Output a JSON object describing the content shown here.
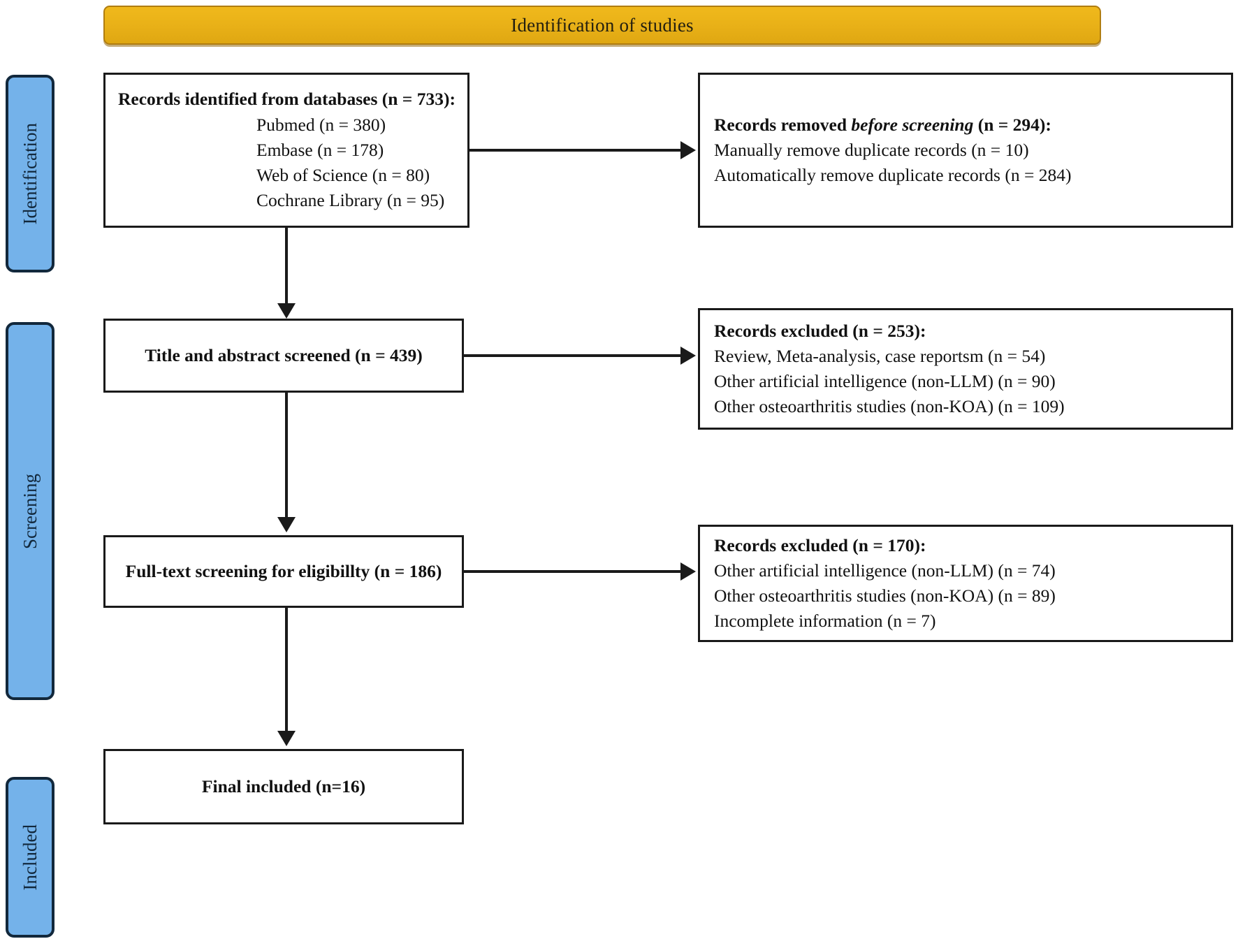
{
  "banner": {
    "title": "Identification of studies",
    "color": "#e8b017"
  },
  "stages": [
    {
      "id": "identification",
      "label": "Identification",
      "color": "#74b2ea"
    },
    {
      "id": "screening",
      "label": "Screening",
      "color": "#74b2ea"
    },
    {
      "id": "included",
      "label": "Included",
      "color": "#74b2ea"
    }
  ],
  "boxes": {
    "identified": {
      "heading": "Records identified from databases (n = 733):",
      "items": [
        "Pubmed (n = 380)",
        "Embase (n = 178)",
        "Web of Science  (n = 80)",
        "Cochrane Library (n = 95)"
      ]
    },
    "removed": {
      "heading_prefix": "Records removed ",
      "heading_italic": "before screening",
      "heading_suffix": " (n = 294):",
      "items": [
        "Manually remove duplicate records (n = 10)",
        "Automatically remove duplicate records (n = 284)"
      ]
    },
    "title_abstract": {
      "heading": "Title and abstract screened (n = 439)"
    },
    "excluded_1": {
      "heading": "Records excluded (n = 253):",
      "items": [
        "Review, Meta-analysis, case reportsm (n = 54)",
        "Other artificial intelligence (non-LLM) (n = 90)",
        "Other osteoarthritis studies (non-KOA) (n = 109)"
      ]
    },
    "fulltext": {
      "heading": "Full-text screening for eligibillty (n = 186)"
    },
    "excluded_2": {
      "heading": "Records excluded (n = 170):",
      "items": [
        "Other artificial intelligence (non-LLM) (n = 74)",
        "Other osteoarthritis studies (non-KOA) (n = 89)",
        "Incomplete information (n = 7)"
      ]
    },
    "final": {
      "heading": "Final included (n=16)"
    }
  },
  "chart_data": {
    "type": "diagram",
    "title": "Identification of studies",
    "diagram_kind": "PRISMA flow diagram",
    "stages": [
      "Identification",
      "Screening",
      "Included"
    ],
    "nodes": [
      {
        "id": "identified",
        "stage": "Identification",
        "label": "Records identified from databases",
        "n": 733,
        "breakdown": [
          {
            "source": "Pubmed",
            "n": 380
          },
          {
            "source": "Embase",
            "n": 178
          },
          {
            "source": "Web of Science",
            "n": 80
          },
          {
            "source": "Cochrane Library",
            "n": 95
          }
        ]
      },
      {
        "id": "removed",
        "stage": "Identification",
        "label": "Records removed before screening",
        "n": 294,
        "breakdown": [
          {
            "reason": "Manually remove duplicate records",
            "n": 10
          },
          {
            "reason": "Automatically remove duplicate records",
            "n": 284
          }
        ]
      },
      {
        "id": "title_abstract",
        "stage": "Screening",
        "label": "Title and abstract screened",
        "n": 439
      },
      {
        "id": "excluded_1",
        "stage": "Screening",
        "label": "Records excluded",
        "n": 253,
        "breakdown": [
          {
            "reason": "Review, Meta-analysis, case reportsm",
            "n": 54
          },
          {
            "reason": "Other artificial intelligence (non-LLM)",
            "n": 90
          },
          {
            "reason": "Other osteoarthritis studies (non-KOA)",
            "n": 109
          }
        ]
      },
      {
        "id": "fulltext",
        "stage": "Screening",
        "label": "Full-text screening for eligibillty",
        "n": 186
      },
      {
        "id": "excluded_2",
        "stage": "Screening",
        "label": "Records excluded",
        "n": 170,
        "breakdown": [
          {
            "reason": "Other artificial intelligence (non-LLM)",
            "n": 74
          },
          {
            "reason": "Other osteoarthritis studies (non-KOA)",
            "n": 89
          },
          {
            "reason": "Incomplete information",
            "n": 7
          }
        ]
      },
      {
        "id": "final",
        "stage": "Included",
        "label": "Final included",
        "n": 16
      }
    ],
    "edges": [
      {
        "from": "identified",
        "to": "removed",
        "direction": "right"
      },
      {
        "from": "identified",
        "to": "title_abstract",
        "direction": "down"
      },
      {
        "from": "title_abstract",
        "to": "excluded_1",
        "direction": "right"
      },
      {
        "from": "title_abstract",
        "to": "fulltext",
        "direction": "down"
      },
      {
        "from": "fulltext",
        "to": "excluded_2",
        "direction": "right"
      },
      {
        "from": "fulltext",
        "to": "final",
        "direction": "down"
      }
    ]
  }
}
